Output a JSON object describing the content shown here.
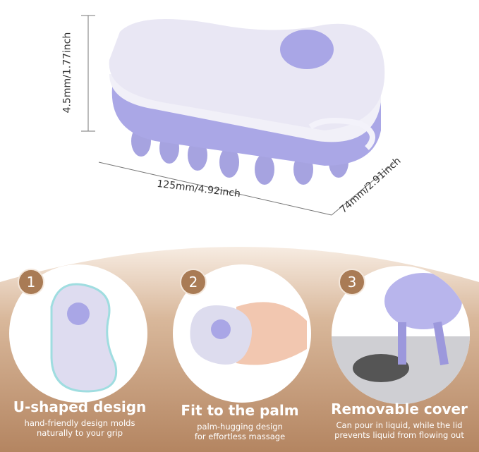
{
  "dimensions": {
    "height": "4.5mm/1.77inch",
    "length": "125mm/4.92inch",
    "width": "74mm/2.91inch"
  },
  "features": [
    {
      "number": "1",
      "title": "U-shaped design",
      "desc_line1": "hand-friendly design molds",
      "desc_line2": "naturally to your grip"
    },
    {
      "number": "2",
      "title": "Fit to the palm",
      "desc_line1": "palm-hugging design",
      "desc_line2": "for effortless massage"
    },
    {
      "number": "3",
      "title": "Removable cover",
      "desc_line1": "Can pour in liquid, while the lid",
      "desc_line2": "prevents liquid from flowing out"
    }
  ],
  "colors": {
    "product_lavender": "#a9a6e6",
    "product_white": "#eceaf5",
    "banner_tan": "#b88a64",
    "badge": "#a97b55"
  }
}
